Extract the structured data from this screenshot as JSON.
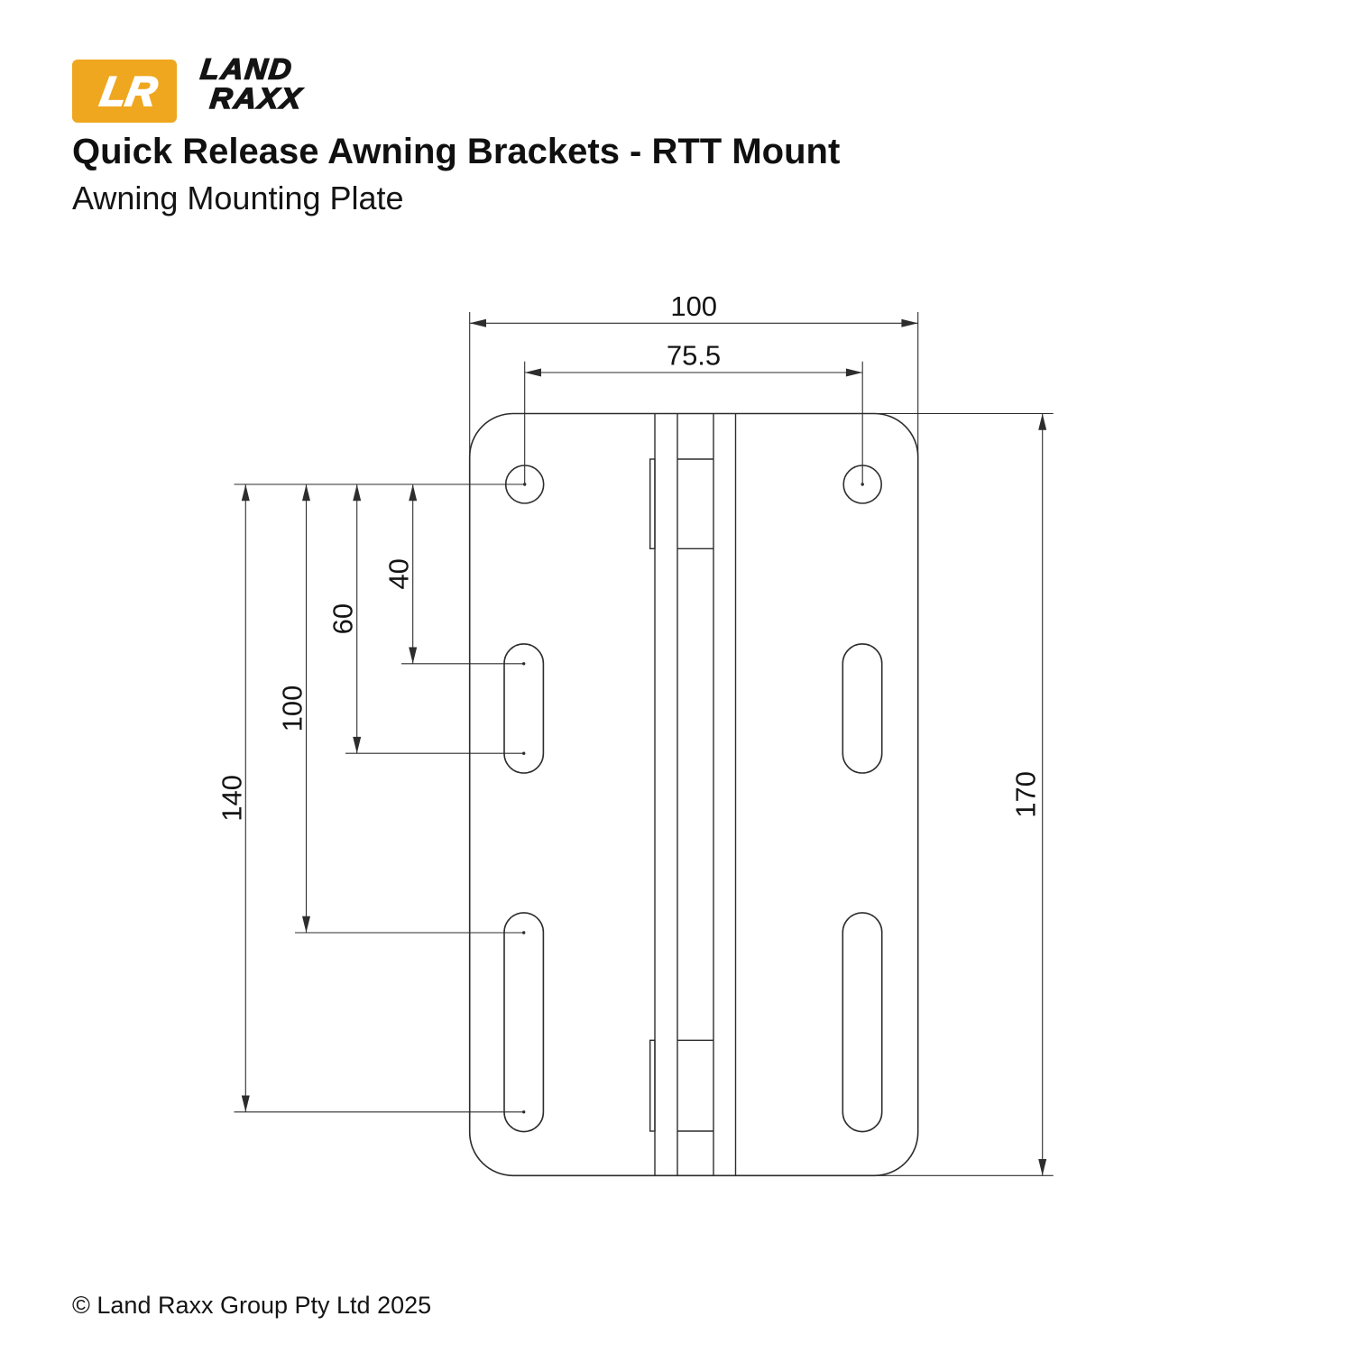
{
  "header": {
    "logo": {
      "monogram": "LR",
      "word1": "LAND",
      "word2": "RAXX"
    },
    "title": "Quick Release Awning Brackets - RTT Mount",
    "subtitle": "Awning Mounting Plate"
  },
  "drawing": {
    "part_name": "Awning Mounting Plate",
    "dims": {
      "overall_width": "100",
      "hole_spacing": "75.5",
      "upper_slot_top_offset": "40",
      "upper_slot_bottom_offset": "60",
      "lower_slot_top_offset": "100",
      "lower_slot_bottom_offset": "140",
      "overall_height": "170"
    }
  },
  "colors": {
    "brand_yellow": "#EFA71F",
    "line": "#2D2D2D",
    "text": "#141414"
  },
  "footer": {
    "copyright": "© Land Raxx Group Pty Ltd 2025"
  }
}
